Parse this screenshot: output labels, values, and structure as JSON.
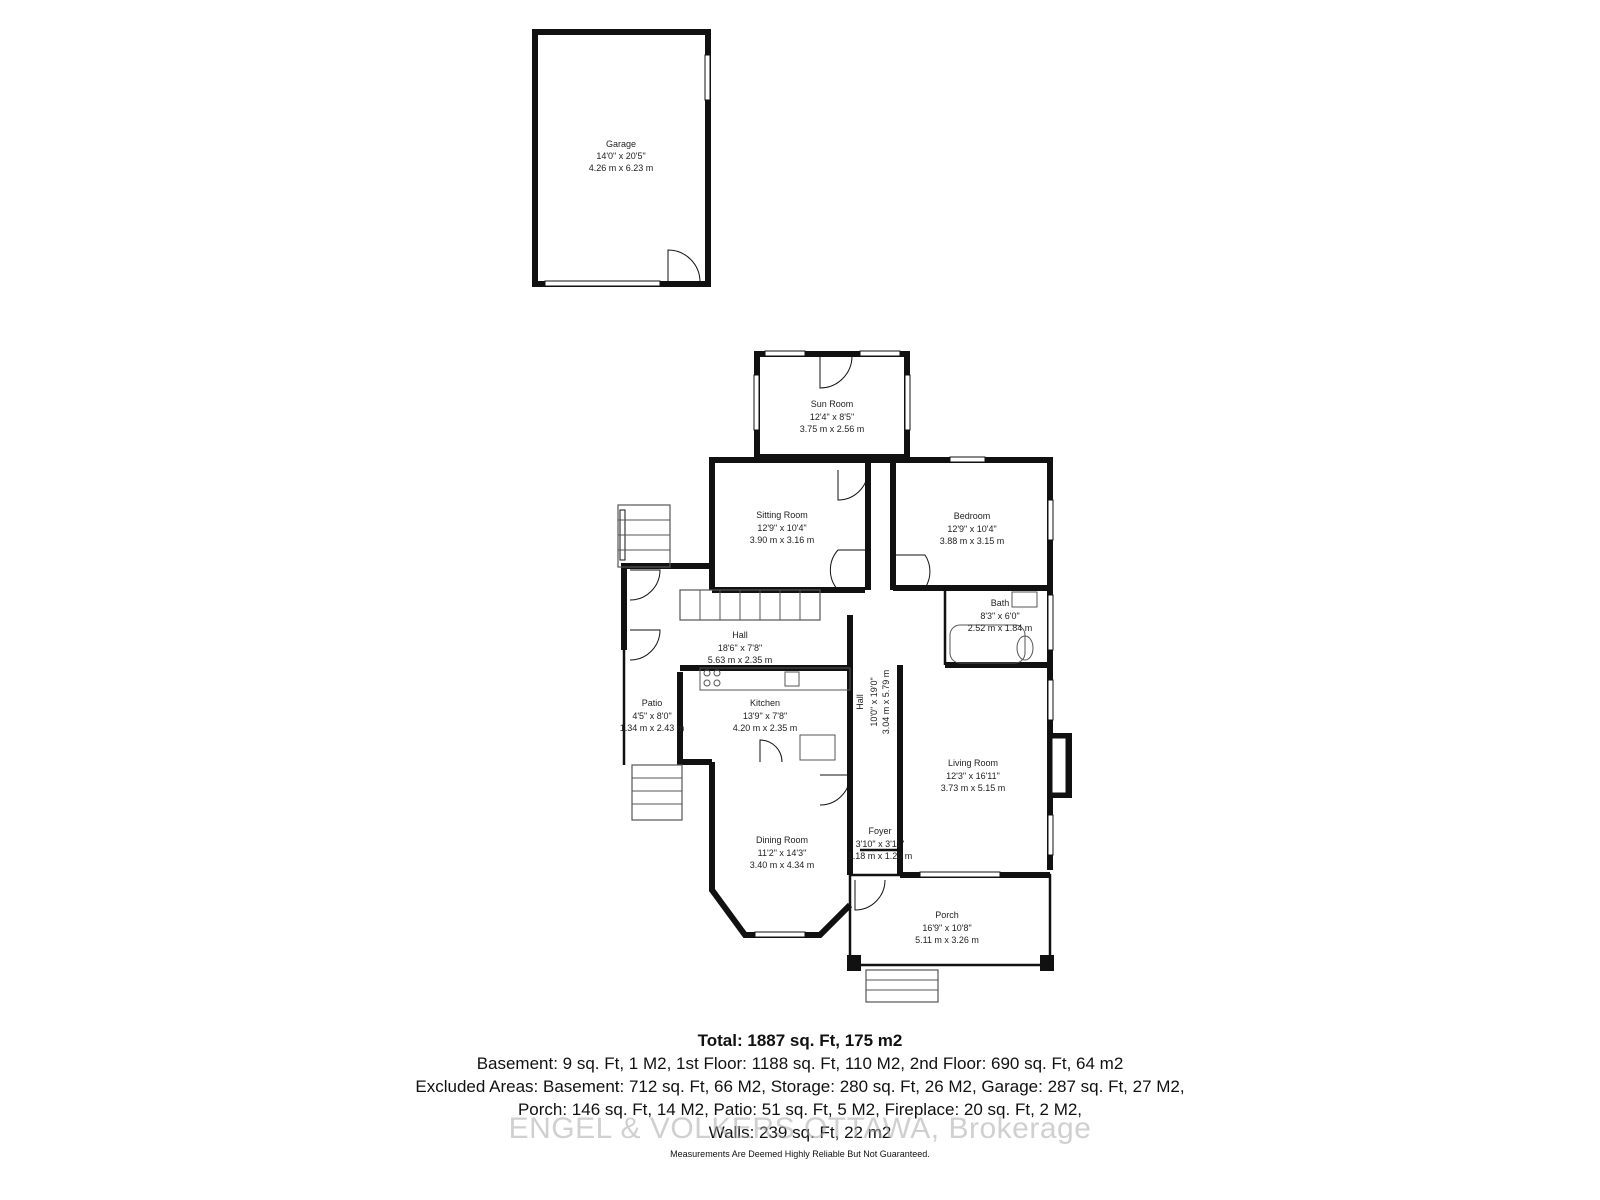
{
  "rooms": {
    "garage": {
      "name": "Garage",
      "dim_imperial": "14'0\" x 20'5\"",
      "dim_metric": "4.26 m x 6.23 m"
    },
    "sun_room": {
      "name": "Sun Room",
      "dim_imperial": "12'4\" x 8'5\"",
      "dim_metric": "3.75 m x 2.56 m"
    },
    "sitting_room": {
      "name": "Sitting Room",
      "dim_imperial": "12'9\" x 10'4\"",
      "dim_metric": "3.90 m x 3.16 m"
    },
    "bedroom": {
      "name": "Bedroom",
      "dim_imperial": "12'9\" x 10'4\"",
      "dim_metric": "3.88 m x 3.15 m"
    },
    "bath": {
      "name": "Bath",
      "dim_imperial": "8'3\" x 6'0\"",
      "dim_metric": "2.52 m x 1.84 m"
    },
    "hall_upper": {
      "name": "Hall",
      "dim_imperial": "18'6\" x 7'8\"",
      "dim_metric": "5.63 m x 2.35 m"
    },
    "hall_center": {
      "name": "Hall",
      "dim_imperial": "10'0\" x 19'0\"",
      "dim_metric": "3.04 m x 5.79 m"
    },
    "kitchen": {
      "name": "Kitchen",
      "dim_imperial": "13'9\" x 7'8\"",
      "dim_metric": "4.20 m x 2.35 m"
    },
    "patio": {
      "name": "Patio",
      "dim_imperial": "4'5\" x 8'0\"",
      "dim_metric": "1.34 m x 2.43 m"
    },
    "living_room": {
      "name": "Living Room",
      "dim_imperial": "12'3\" x 16'11\"",
      "dim_metric": "3.73 m x 5.15 m"
    },
    "dining_room": {
      "name": "Dining Room",
      "dim_imperial": "11'2\" x 14'3\"",
      "dim_metric": "3.40 m x 4.34 m"
    },
    "foyer": {
      "name": "Foyer",
      "dim_imperial": "3'10\" x 3'11\"",
      "dim_metric": "1.18 m x 1.20 m"
    },
    "porch": {
      "name": "Porch",
      "dim_imperial": "16'9\" x 10'8\"",
      "dim_metric": "5.11 m x 3.26 m"
    }
  },
  "summary": {
    "total": "Total: 1887 sq. Ft, 175 m2",
    "line1": "Basement: 9 sq. Ft, 1 M2, 1st Floor: 1188 sq. Ft, 110 M2, 2nd Floor: 690 sq. Ft, 64 m2",
    "line2": "Excluded Areas: Basement: 712 sq. Ft, 66 M2, Storage: 280 sq. Ft, 26 M2, Garage: 287 sq. Ft, 27 M2,",
    "line3": "Porch: 146 sq. Ft, 14 M2, Patio: 51 sq. Ft, 5 M2, Fireplace: 20 sq. Ft, 2 M2,",
    "line4": "Walls: 239 sq. Ft, 22 m2",
    "brokerage": "ENGEL & VOLKERS OTTAWA, Brokerage",
    "disclaimer": "Measurements Are Deemed Highly Reliable But Not Guaranteed."
  },
  "colors": {
    "wall": "#111111",
    "text": "#222222",
    "watermark": "#aaaaaa"
  }
}
